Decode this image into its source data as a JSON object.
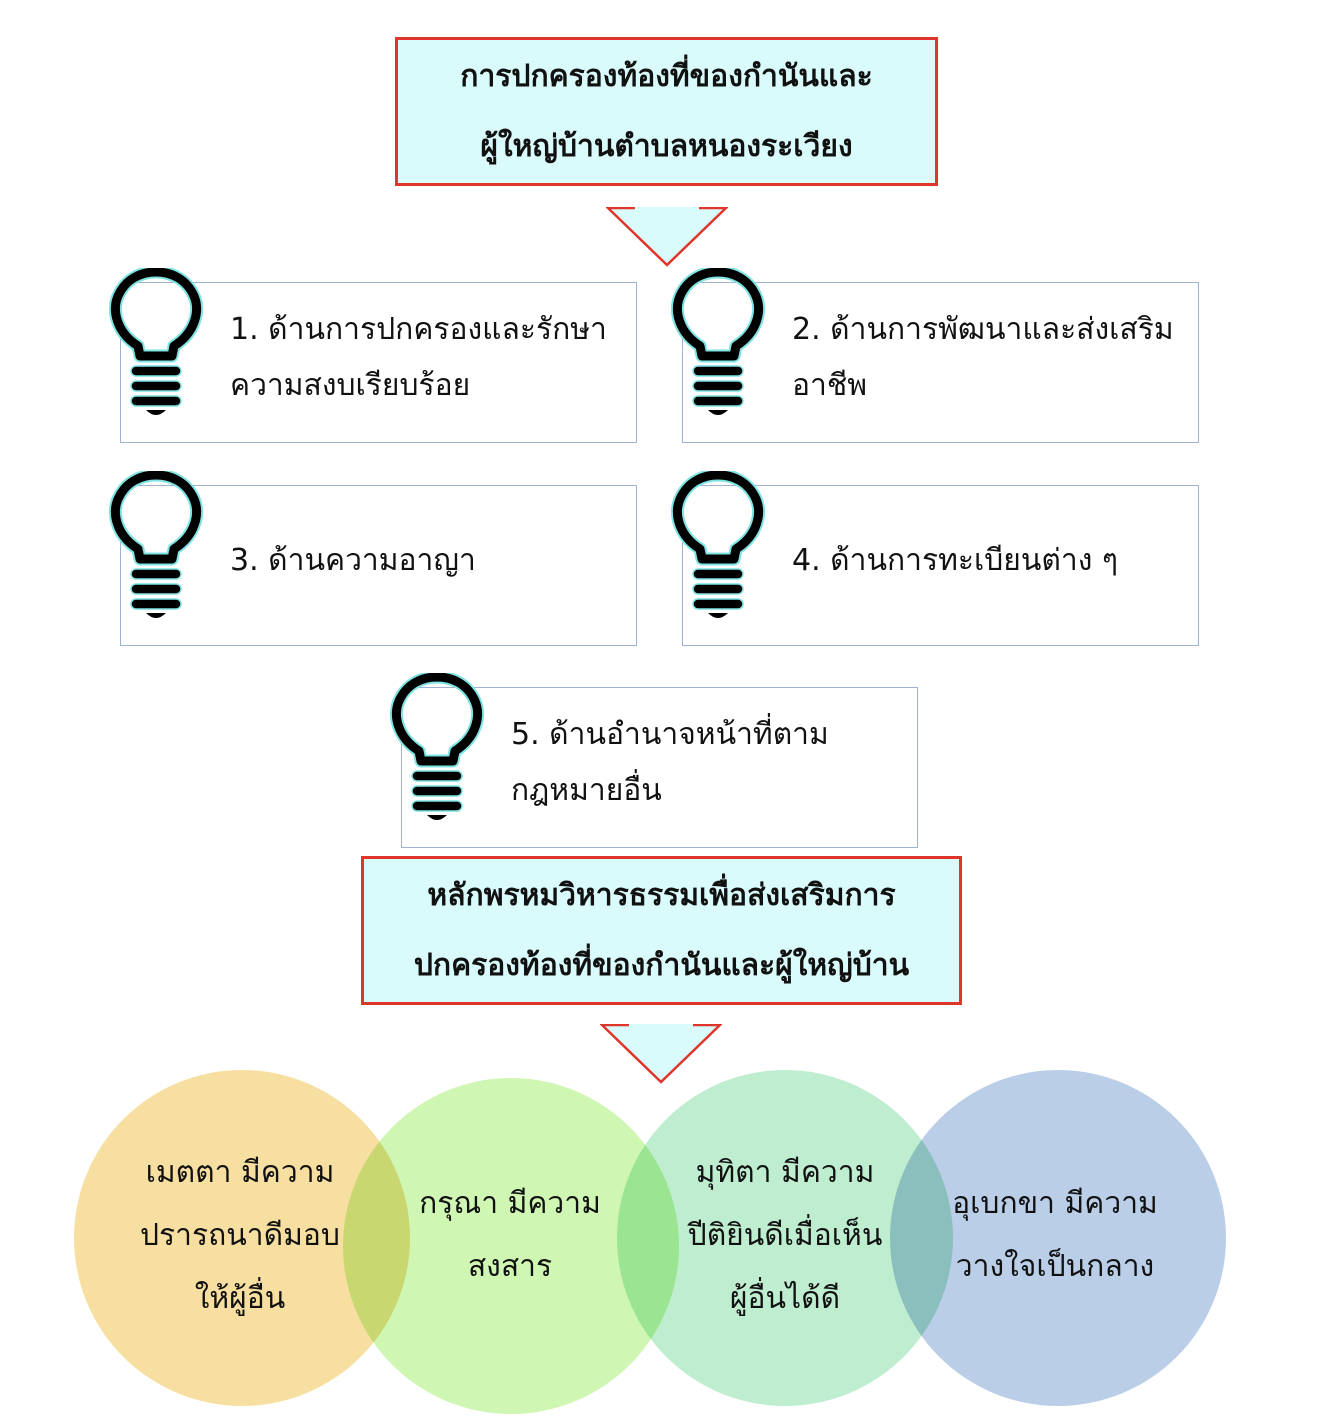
{
  "header_box": {
    "line1": "การปกครองท้องที่ของกำนันและ",
    "line2": "ผู้ใหญ่บ้านตำบลหนองระเวียง"
  },
  "areas": [
    {
      "line1": "1. ด้านการปกครองและรักษา",
      "line2": "ความสงบเรียบร้อย"
    },
    {
      "line1": "2. ด้านการพัฒนาและส่งเสริม",
      "line2": "อาชีพ"
    },
    {
      "line1": "3. ด้านความอาญา",
      "line2": ""
    },
    {
      "line1": "4. ด้านการทะเบียนต่าง ๆ",
      "line2": ""
    },
    {
      "line1": "5. ด้านอำนาจหน้าที่ตาม",
      "line2": "กฎหมายอื่น"
    }
  ],
  "principles_box": {
    "line1": "หลักพรหมวิหารธรรมเพื่อส่งเสริมการ",
    "line2": "ปกครองท้องที่ของกำนันและผู้ใหญ่บ้าน"
  },
  "virtues": [
    {
      "line1": "เมตตา มีความ",
      "line2": "ปรารถนาดีมอบ",
      "line3": "ให้ผู้อื่น",
      "color": "#f7dd9c"
    },
    {
      "line1": "กรุณา มีความ",
      "line2": "สงสาร",
      "line3": "",
      "color": "#c8f5a6"
    },
    {
      "line1": "มุทิตา มีความ",
      "line2": "ปีติยินดีเมื่อเห็น",
      "line3": "ผู้อื่นได้ดี",
      "color": "#b3eac8"
    },
    {
      "line1": "อุเบกขา มีความ",
      "line2": "วางใจเป็นกลาง",
      "line3": "",
      "color": "#b4c9e6"
    }
  ],
  "colors": {
    "box_fill": "#d9fbfb",
    "box_border": "#e0352b",
    "card_border": "#9fb2d4"
  },
  "icons": {
    "down_arrow": "down-arrow-icon",
    "bulb": "lightbulb-icon"
  }
}
